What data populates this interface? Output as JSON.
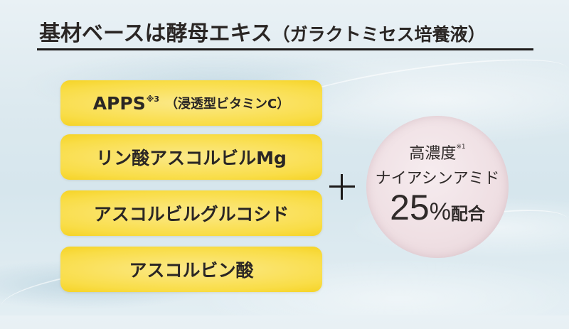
{
  "header": {
    "title_main": "基材ベースは酵母エキス",
    "title_paren": "（ガラクトミセス培養液）"
  },
  "ingredients": [
    {
      "label": "APPS",
      "superscript": "※3",
      "note": "（浸透型ビタミンC）"
    },
    {
      "label": "リン酸アスコルビルMg"
    },
    {
      "label": "アスコルビルグルコシド"
    },
    {
      "label": "アスコルビン酸"
    }
  ],
  "connector": {
    "symbol": "+"
  },
  "highlight": {
    "line1": "高濃度",
    "line1_superscript": "※1",
    "line2": "ナイアシンアミド",
    "percent_value": "25",
    "percent_sign": "%",
    "suffix": "配合"
  },
  "colors": {
    "pill_yellow": "#f9dd47",
    "circle_pink": "#efdfe3",
    "text_dark": "#2a2624",
    "background_water": "#dce9ef"
  }
}
